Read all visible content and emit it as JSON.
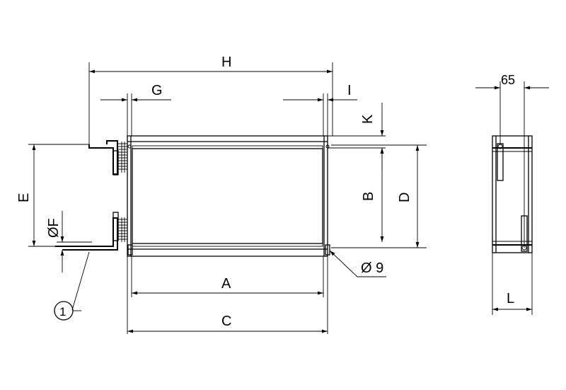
{
  "dimensions": {
    "H": "H",
    "G": "G",
    "I": "I",
    "K": "K",
    "E": "E",
    "F": "ØF",
    "B": "B",
    "D": "D",
    "hole": "Ø 9",
    "A": "A",
    "C": "C",
    "side_width": "65",
    "L": "L"
  },
  "callouts": {
    "item1": "1"
  }
}
